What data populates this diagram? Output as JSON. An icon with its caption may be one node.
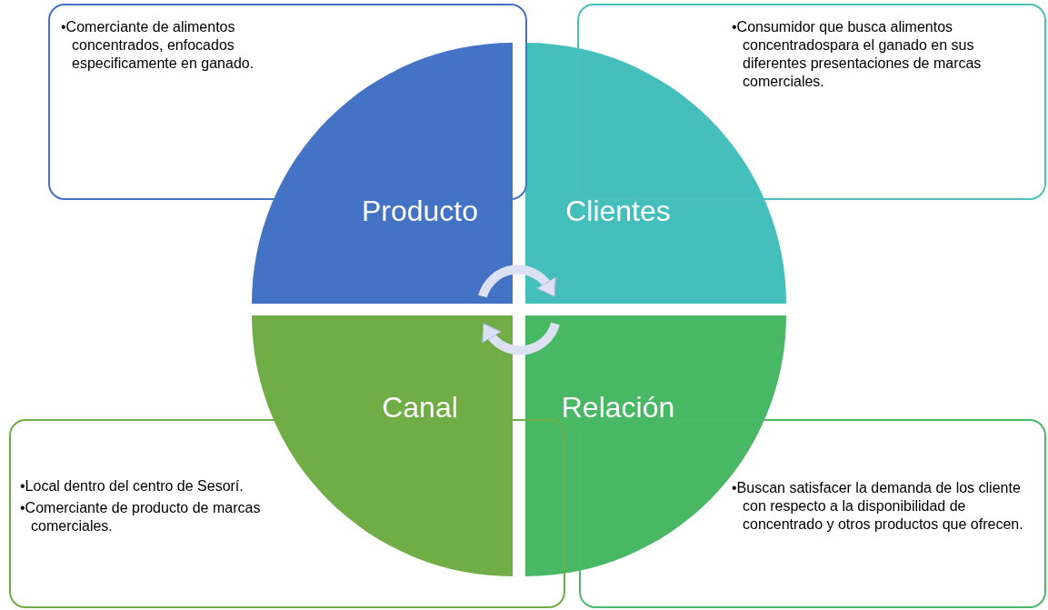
{
  "diagram": {
    "nodes": [
      {
        "text": [
          "•Comerciante de alimentos concentrados, enfocados especificamente en ganado."
        ]
      },
      {
        "text": [
          "•Consumidor que busca alimentos concentradospara el ganado en sus diferentes presentaciones de marcas comerciales."
        ]
      },
      {
        "text": [
          "Producto"
        ]
      },
      {
        "text": [
          "Clientes"
        ]
      },
      {
        "text": [
          "Canal"
        ]
      },
      {
        "text": [
          "Relación"
        ]
      },
      {
        "text": [
          "•Local dentro del centro de Sesorí.",
          "•Comerciante de producto de marcas comerciales."
        ]
      },
      {
        "text": [
          "•Buscan satisfacer la demanda de los cliente con respecto a la disponibilidad de concentrado y otros productos que ofrecen."
        ]
      }
    ],
    "edges": [
      {
        "from": 2,
        "to": 3,
        "arrow": "to"
      },
      {
        "from": 5,
        "to": 4,
        "arrow": "to"
      }
    ]
  }
}
